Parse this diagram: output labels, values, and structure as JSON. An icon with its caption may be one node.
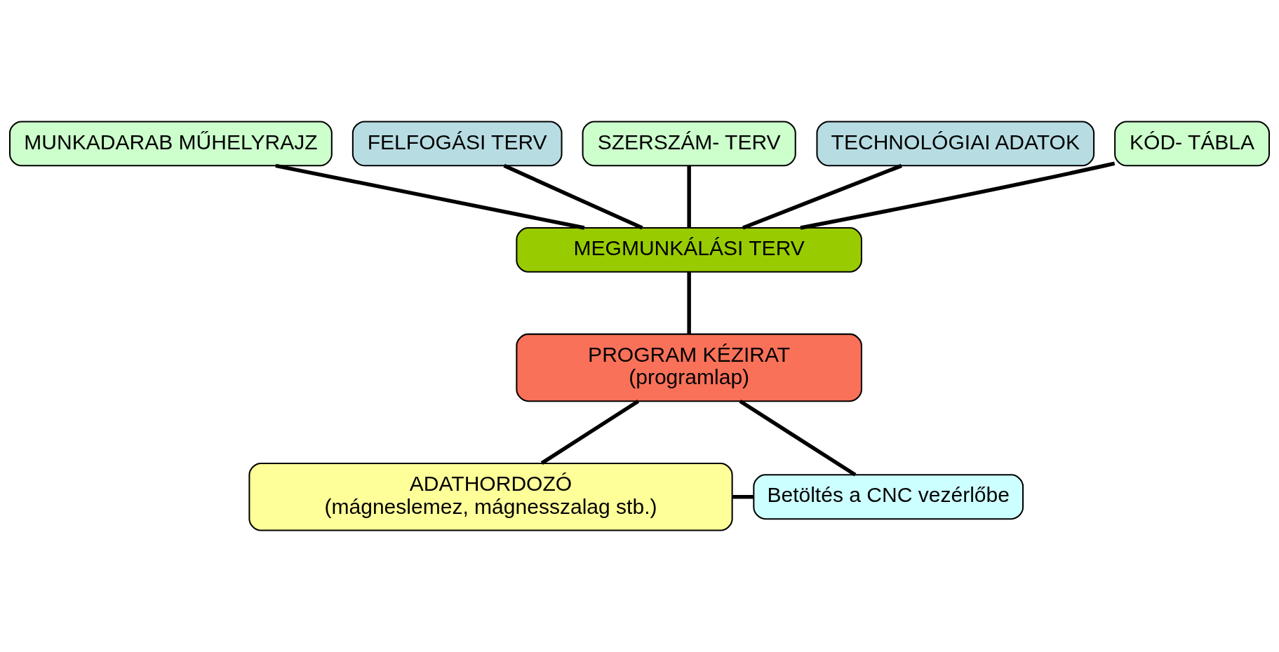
{
  "diagram": {
    "nodes": [
      {
        "text": [
          "MUNKADARAB MŰHELYRAJZ"
        ]
      },
      {
        "text": [
          "FELFOGÁSI TERV"
        ]
      },
      {
        "text": [
          "SZERSZÁM- TERV"
        ]
      },
      {
        "text": [
          "TECHNOLÓGIAI ADATOK"
        ]
      },
      {
        "text": [
          "KÓD- TÁBLA"
        ]
      },
      {
        "text": [
          "MEGMUNKÁLÁSI TERV"
        ]
      },
      {
        "text": [
          "PROGRAM KÉZIRAT",
          "(programlap)"
        ]
      },
      {
        "text": [
          "ADATHORDOZÓ",
          "(mágneslemez, mágnesszalag stb.)"
        ]
      },
      {
        "text": [
          "Betöltés a CNC vezérlőbe"
        ]
      }
    ],
    "edges": [
      {
        "from": 0,
        "to": 5,
        "arrow": "none"
      },
      {
        "from": 1,
        "to": 5,
        "arrow": "none"
      },
      {
        "from": 2,
        "to": 5,
        "arrow": "none"
      },
      {
        "from": 3,
        "to": 5,
        "arrow": "none"
      },
      {
        "from": 4,
        "to": 5,
        "arrow": "none"
      },
      {
        "from": 5,
        "to": 6,
        "arrow": "none"
      },
      {
        "from": 6,
        "to": 7,
        "arrow": "none"
      },
      {
        "from": 6,
        "to": 8,
        "arrow": "none"
      },
      {
        "from": 7,
        "to": 8,
        "arrow": "none"
      }
    ]
  }
}
